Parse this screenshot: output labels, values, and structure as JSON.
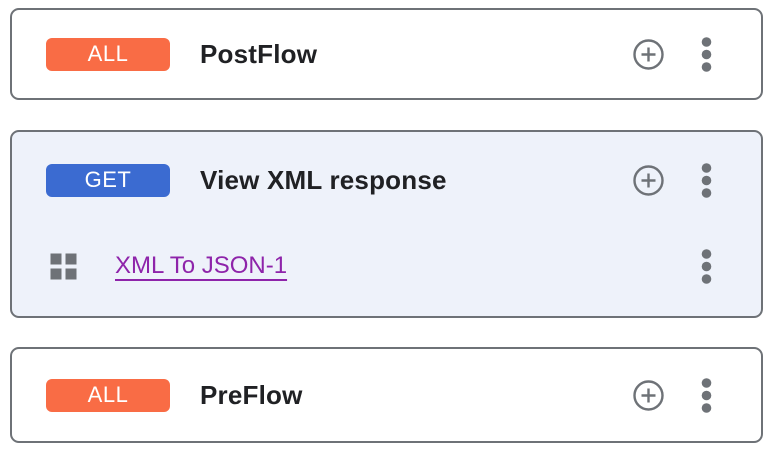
{
  "cards": [
    {
      "name": "postflow",
      "badge": {
        "label": "ALL",
        "color": "#F96C45",
        "text_color": "#FFFFFF"
      },
      "title": "PostFlow"
    },
    {
      "name": "view-xml-response-flow",
      "badge": {
        "label": "GET",
        "color": "#3B6BD1",
        "text_color": "#FFFFFF"
      },
      "title": "View XML response",
      "background": "#EEF2FA",
      "policies": [
        {
          "name": "XML To JSON-1",
          "link_color": "#8E24AA"
        }
      ]
    },
    {
      "name": "preflow",
      "badge": {
        "label": "ALL",
        "color": "#F96C45",
        "text_color": "#FFFFFF"
      },
      "title": "PreFlow"
    }
  ],
  "icons": {
    "add": "plus-circle-icon",
    "menu": "kebab-menu-icon",
    "policy": "grid-icon"
  },
  "colors": {
    "card_border": "#6E7277",
    "icon_gray": "#6E7277",
    "title_text": "#202124",
    "selected_card_background": "#EEF2FA"
  }
}
